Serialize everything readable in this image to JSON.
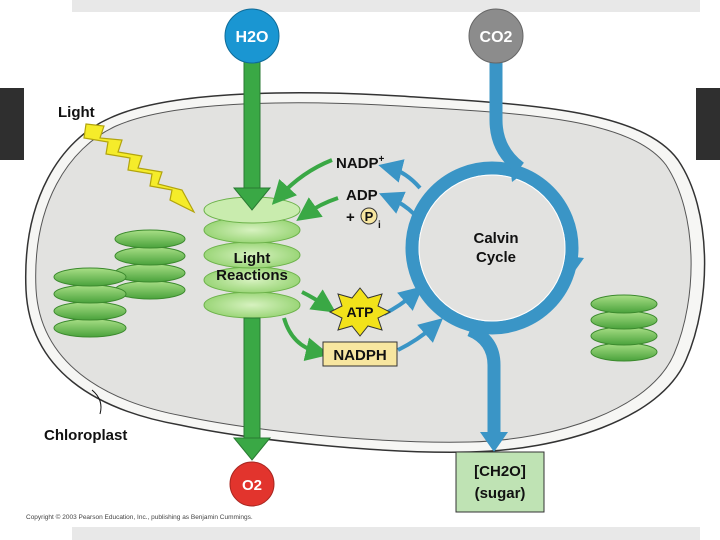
{
  "molecules": {
    "water": "H2O",
    "carbon_dioxide": "CO2",
    "oxygen": "O2",
    "nadp": "NADP",
    "nadp_charge": "+",
    "adp": "ADP",
    "plus": "+",
    "phosphate": "P",
    "phosphate_sub": "i",
    "atp": "ATP",
    "nadph": "NADPH"
  },
  "labels": {
    "light": "Light",
    "light_reactions_1": "Light",
    "light_reactions_2": "Reactions",
    "calvin_1": "Calvin",
    "calvin_2": "Cycle",
    "chloroplast": "Chloroplast",
    "sugar_1": "[CH2O]",
    "sugar_2": "(sugar)"
  },
  "copyright": "Copyright © 2003 Pearson Education, Inc., publishing as Benjamin Cummings.",
  "colors": {
    "green_arrow": "#3aa845",
    "blue_cycle": "#3a95c6",
    "stroma": "#e2e2e0",
    "thylakoid": "#6fc24e",
    "water_node": "#1a96d2",
    "co2_node": "#8c8c8c",
    "o2_node": "#e2342d",
    "atp_star": "#f2e21a",
    "nadph_box": "#f7e6a0",
    "sugar_box": "#bfe3b4"
  }
}
